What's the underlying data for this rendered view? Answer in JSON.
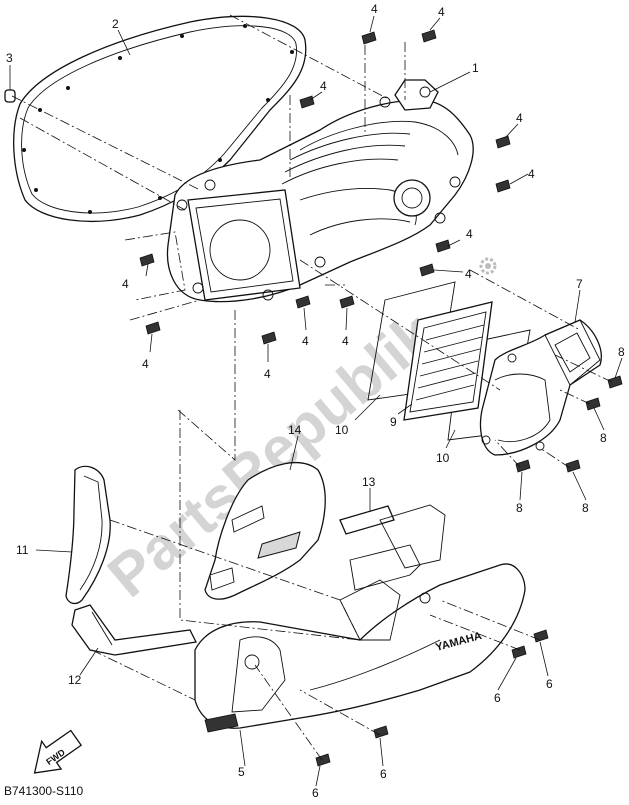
{
  "diagram": {
    "code": "B741300-S110",
    "watermark": "PartsRepublik",
    "fwd_label": "FWD",
    "callouts": [
      "1",
      "2",
      "3",
      "4",
      "5",
      "6",
      "7",
      "8",
      "9",
      "10",
      "11",
      "12",
      "13",
      "14"
    ],
    "labels": {
      "n1": "1",
      "n2": "2",
      "n3": "3",
      "n4a": "4",
      "n4b": "4",
      "n4c": "4",
      "n4d": "4",
      "n4e": "4",
      "n4f": "4",
      "n4g": "4",
      "n4h": "4",
      "n4i": "4",
      "n4j": "4",
      "n4k": "4",
      "n4l": "4",
      "n5": "5",
      "n6a": "6",
      "n6b": "6",
      "n6c": "6",
      "n6d": "6",
      "n7": "7",
      "n8a": "8",
      "n8b": "8",
      "n8c": "8",
      "n8d": "8",
      "n9": "9",
      "n10a": "10",
      "n10b": "10",
      "n11": "11",
      "n12": "12",
      "n13": "13",
      "n14": "14"
    }
  }
}
